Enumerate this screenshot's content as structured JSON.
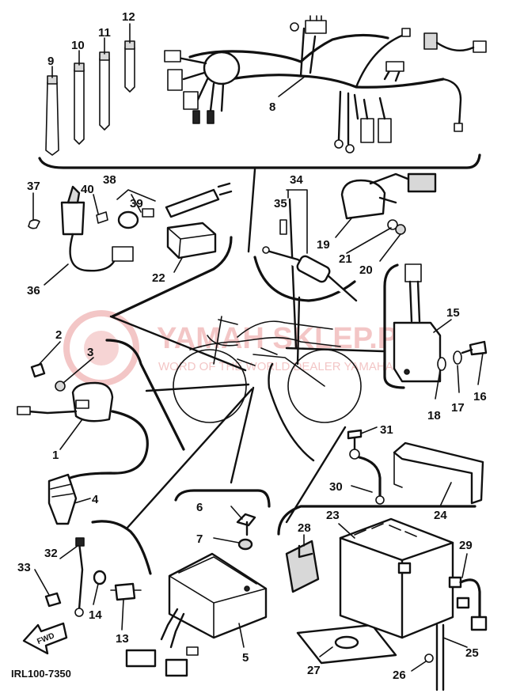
{
  "diagram": {
    "code": "IRL100-7350",
    "fwd_label": "FWD",
    "watermark_line1": "YAMAH SKLEP.PL",
    "watermark_line2": "WORD OF THE WORLD DEALER YAMAHA",
    "callouts": {
      "c1": "1",
      "c2": "2",
      "c3": "3",
      "c4": "4",
      "c5": "5",
      "c6": "6",
      "c7": "7",
      "c8": "8",
      "c9": "9",
      "c10": "10",
      "c11": "11",
      "c12": "12",
      "c13": "13",
      "c14": "14",
      "c15": "15",
      "c16": "16",
      "c17": "17",
      "c18": "18",
      "c19": "19",
      "c20": "20",
      "c21": "21",
      "c22": "22",
      "c23": "23",
      "c24": "24",
      "c25": "25",
      "c26": "26",
      "c27": "27",
      "c28": "28",
      "c29": "29",
      "c30": "30",
      "c31": "31",
      "c32": "32",
      "c33": "33",
      "c34": "34",
      "c35": "35",
      "c36": "36",
      "c37": "37",
      "c38": "38",
      "c39": "39",
      "c40": "40"
    }
  }
}
